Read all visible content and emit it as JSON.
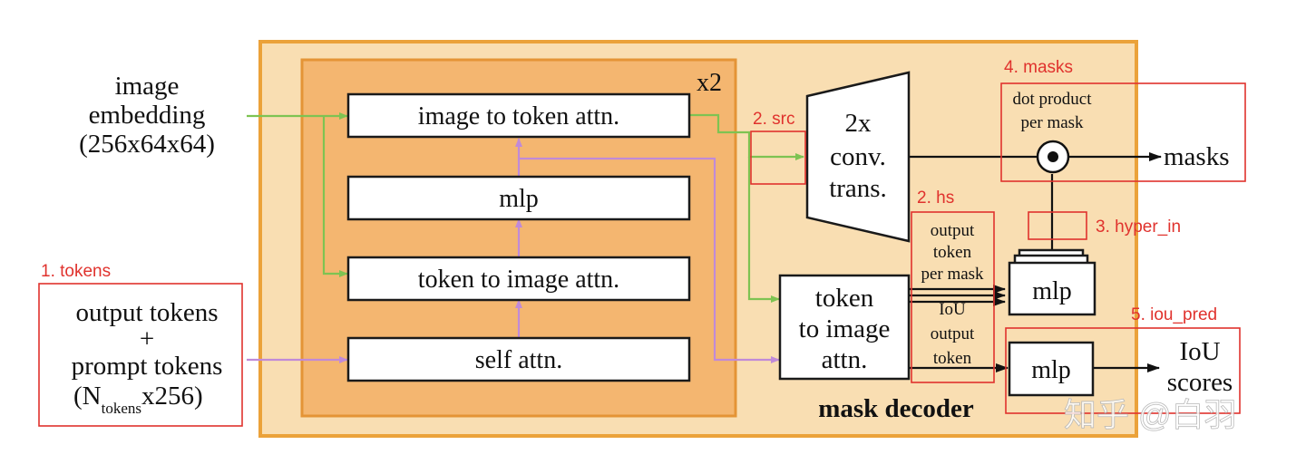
{
  "labels": {
    "image_line1": "image",
    "image_line2": "embedding",
    "image_line3": "(256x64x64)",
    "out_tokens_l1": "output tokens",
    "out_tokens_l2": "+",
    "out_tokens_l3": "prompt tokens",
    "n_open": "(N",
    "n_sub": "tokens",
    "n_close": "x256)",
    "x2": "x2",
    "conv_l1": "2x",
    "conv_l2": "conv.",
    "conv_l3": "trans.",
    "t2i_l1": "token",
    "t2i_l2": "to image",
    "t2i_l3": "attn.",
    "otpm_l1": "output",
    "otpm_l2": "token",
    "otpm_l3": "per mask",
    "iou_tok_l1": "IoU",
    "iou_tok_l2": "output",
    "iou_tok_l3": "token",
    "dot_l1": "dot product",
    "dot_l2": "per mask",
    "masks": "masks",
    "iou_l1": "IoU",
    "iou_l2": "scores",
    "mask_decoder": "mask decoder",
    "watermark": "知乎 @白羽"
  },
  "blocks": {
    "image_to_token": "image to token attn.",
    "mlp": "mlp",
    "token_to_image": "token to image attn.",
    "self_attn": "self attn.",
    "mlp_stack": "mlp",
    "mlp_iou": "mlp"
  },
  "annotations": {
    "tokens": "1. tokens",
    "src": "2. src",
    "hs": "2. hs",
    "hyper_in": "3. hyper_in",
    "masks": "4. masks",
    "iou_pred": "5. iou_pred"
  },
  "colors": {
    "outer_fill": "#f9deb2",
    "outer_stroke": "#eba23a",
    "inner_fill": "#f4b670",
    "inner_stroke": "#e49436",
    "image_arrow": "#7ec352",
    "token_arrow": "#c08ad8",
    "annotation_red": "#e0322d"
  }
}
